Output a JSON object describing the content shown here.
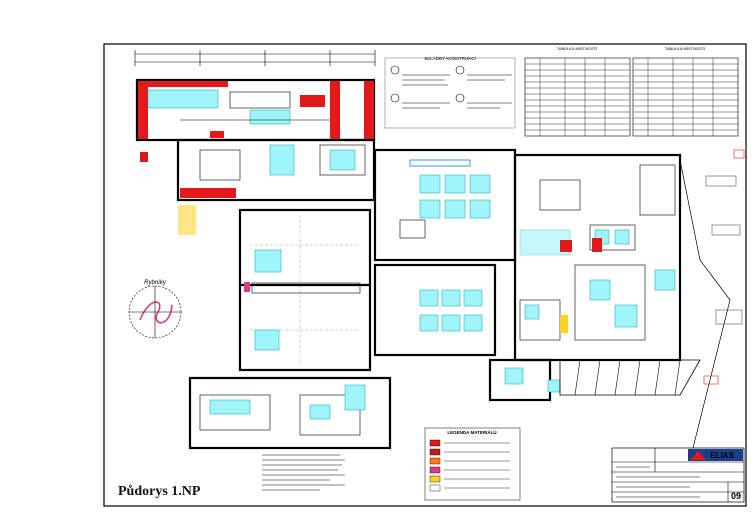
{
  "drawing": {
    "title": "Půdorys 1.NP",
    "north_label": "Rybníky",
    "legend_heading": "LEGENDA MATERIÁLŮ",
    "sheet_number": "09",
    "company_logo_text": "ELIAS",
    "table_titles": [
      "TABULKA MÍSTNOSTÍ",
      "TABULKA MÍSTNOSTÍ"
    ],
    "composition_title": "SKLADBY KONSTRUKCÍ",
    "legend_items": [
      {
        "color": "#e41a1a",
        "label": ""
      },
      {
        "color": "#c21d1d",
        "label": ""
      },
      {
        "color": "#ff7a1a",
        "label": ""
      },
      {
        "color": "#d83b8a",
        "label": ""
      },
      {
        "color": "#ffd21f",
        "label": ""
      },
      {
        "color": "#ffffff",
        "label": ""
      }
    ],
    "colors": {
      "walls": "#000000",
      "new_walls": "#e41a1a",
      "fixtures": "#9ff4f7",
      "dimension": "#1a7bd8",
      "highlight": "#ffd21f",
      "title_block": "#1a3f8f"
    }
  }
}
